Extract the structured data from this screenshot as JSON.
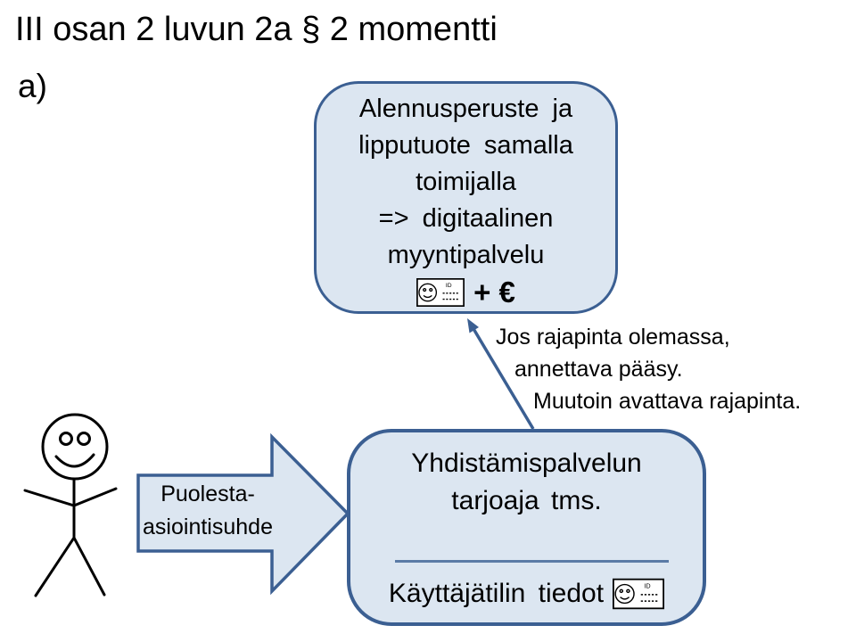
{
  "slide": {
    "title": "III osan 2 luvun 2a § 2 momentti",
    "variant_label": "a)"
  },
  "colors": {
    "box_fill": "#dce6f1",
    "box_border": "#3b5f92",
    "connector": "#3b5f92",
    "divider": "#5b7ba6",
    "text": "#000000"
  },
  "top_box": {
    "line1": "Alennusperuste ja",
    "line2": "lipputuote samalla",
    "line3": "toimijalla",
    "line4": "=> digitaalinen",
    "line5": "myyntipalvelu",
    "plus_euro": "+ €"
  },
  "annotation": {
    "line1": "Jos rajapinta olemassa,",
    "line2": "annettava pääsy.",
    "line3": "Muutoin avattava rajapinta."
  },
  "relation_arrow": {
    "line1": "Puolesta-",
    "line2": "asiointisuhde"
  },
  "bottom_box": {
    "line1": "Yhdistämispalvelun",
    "line2": "tarjoaja tms.",
    "footer": "Käyttäjätilin tiedot"
  },
  "icons": {
    "id_label": "ID"
  }
}
